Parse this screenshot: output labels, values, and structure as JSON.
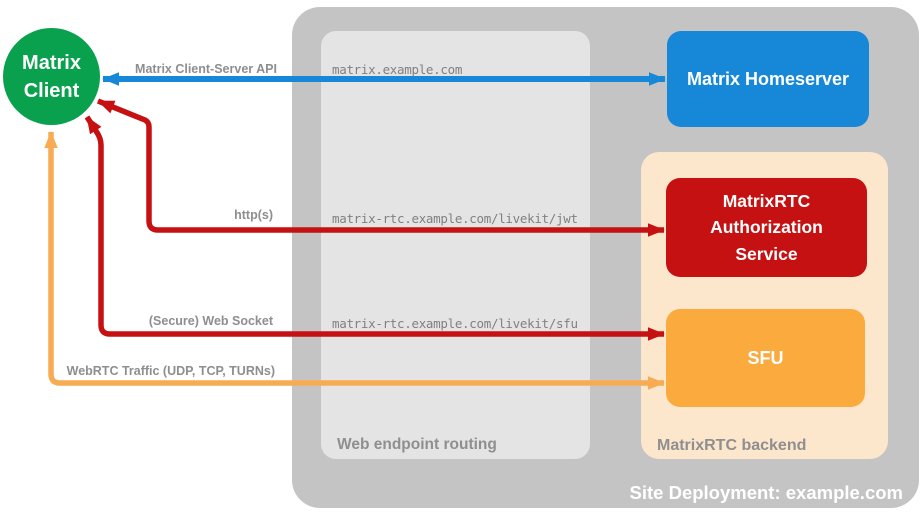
{
  "diagram": {
    "title": "MatrixRTC site deployment diagram",
    "client": {
      "label": "Matrix Client",
      "color": "#0aa14e"
    },
    "site": {
      "label": "Site Deployment: example.com",
      "color": "#c4c4c4"
    },
    "routing": {
      "label": "Web endpoint routing",
      "color": "#e4e4e4",
      "endpoints": [
        "matrix.example.com",
        "matrix-rtc.example.com/livekit/jwt",
        "matrix-rtc.example.com/livekit/sfu"
      ]
    },
    "backend": {
      "label": "MatrixRTC backend",
      "color": "#fce6cc"
    },
    "nodes": {
      "homeserver": {
        "label": "Matrix Homeserver",
        "color": "#1787d7"
      },
      "auth_service": {
        "label": "MatrixRTC Authorization Service",
        "color": "#c51111"
      },
      "sfu": {
        "label": "SFU",
        "color": "#fbaa3e"
      }
    },
    "arrows": [
      {
        "label": "Matrix Client-Server API",
        "color": "#1787d7",
        "from": "Matrix Client",
        "to": "Matrix Homeserver",
        "via_endpoint": "matrix.example.com",
        "bidirectional": true
      },
      {
        "label": "http(s)",
        "color": "#c51111",
        "from": "Matrix Client",
        "to": "MatrixRTC Authorization Service",
        "via_endpoint": "matrix-rtc.example.com/livekit/jwt",
        "bidirectional": true
      },
      {
        "label": "(Secure) Web Socket",
        "color": "#c51111",
        "from": "Matrix Client",
        "to": "SFU",
        "via_endpoint": "matrix-rtc.example.com/livekit/sfu",
        "bidirectional": true
      },
      {
        "label": "WebRTC Traffic (UDP, TCP, TURNs)",
        "color": "#f7ab52",
        "from": "Matrix Client",
        "to": "SFU",
        "bidirectional": true
      }
    ]
  }
}
